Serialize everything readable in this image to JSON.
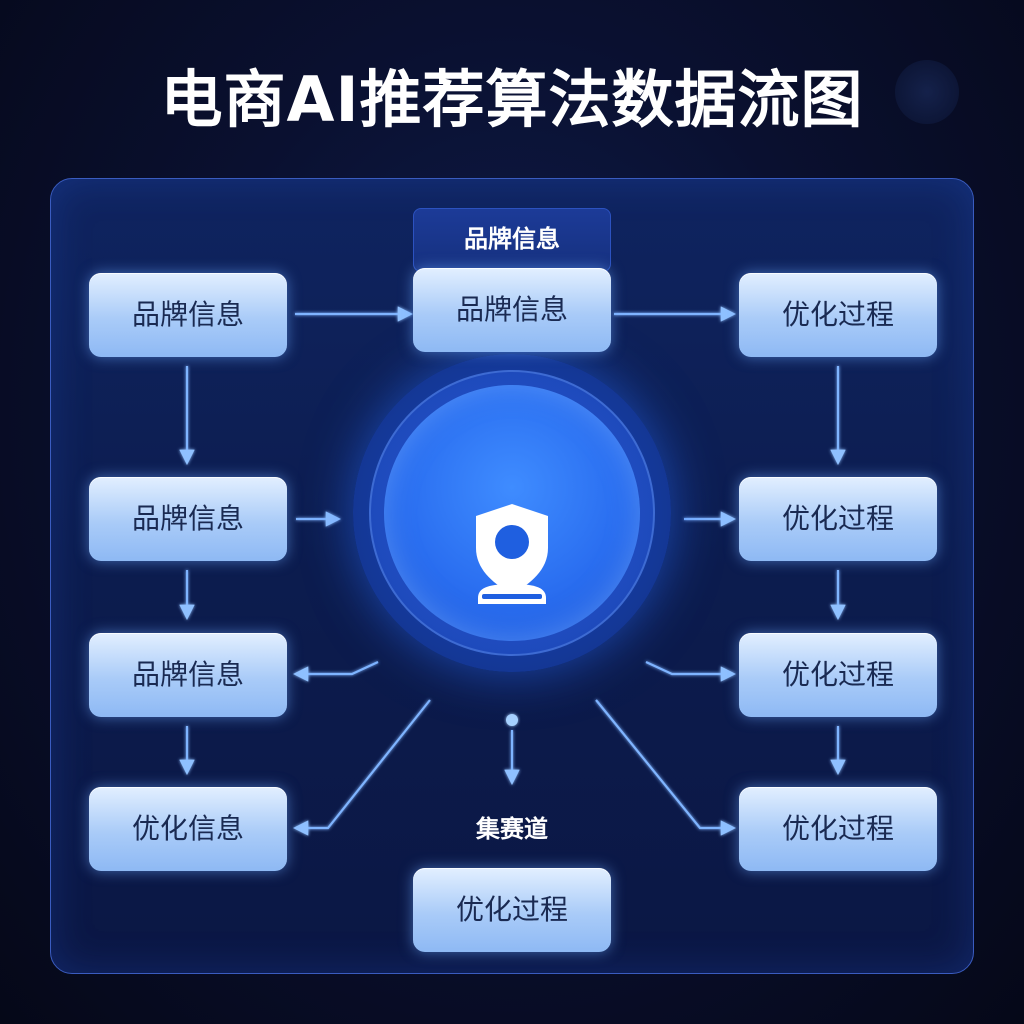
{
  "title": "电商AI推荐算法数据流图",
  "top_label": "品牌信息",
  "middle_label": "集赛道",
  "nodes": {
    "top_center": "品牌信息",
    "left_1": "品牌信息",
    "left_2": "品牌信息",
    "left_3": "品牌信息",
    "left_4": "优化信息",
    "right_1": "优化过程",
    "right_2": "优化过程",
    "right_3": "优化过程",
    "right_4": "优化过程",
    "bottom_center": "优化过程"
  },
  "hub": {
    "icon": "user-shield-icon"
  },
  "colors": {
    "background": "#070b1f",
    "panel": "#0f2460",
    "panel_border": "#3a5cc0",
    "node_fill_top": "#e2efff",
    "node_fill_bottom": "#8eb9f4",
    "node_text": "#1a2a52",
    "connector": "#6fa8ff",
    "hub": "#2a6ef0"
  }
}
